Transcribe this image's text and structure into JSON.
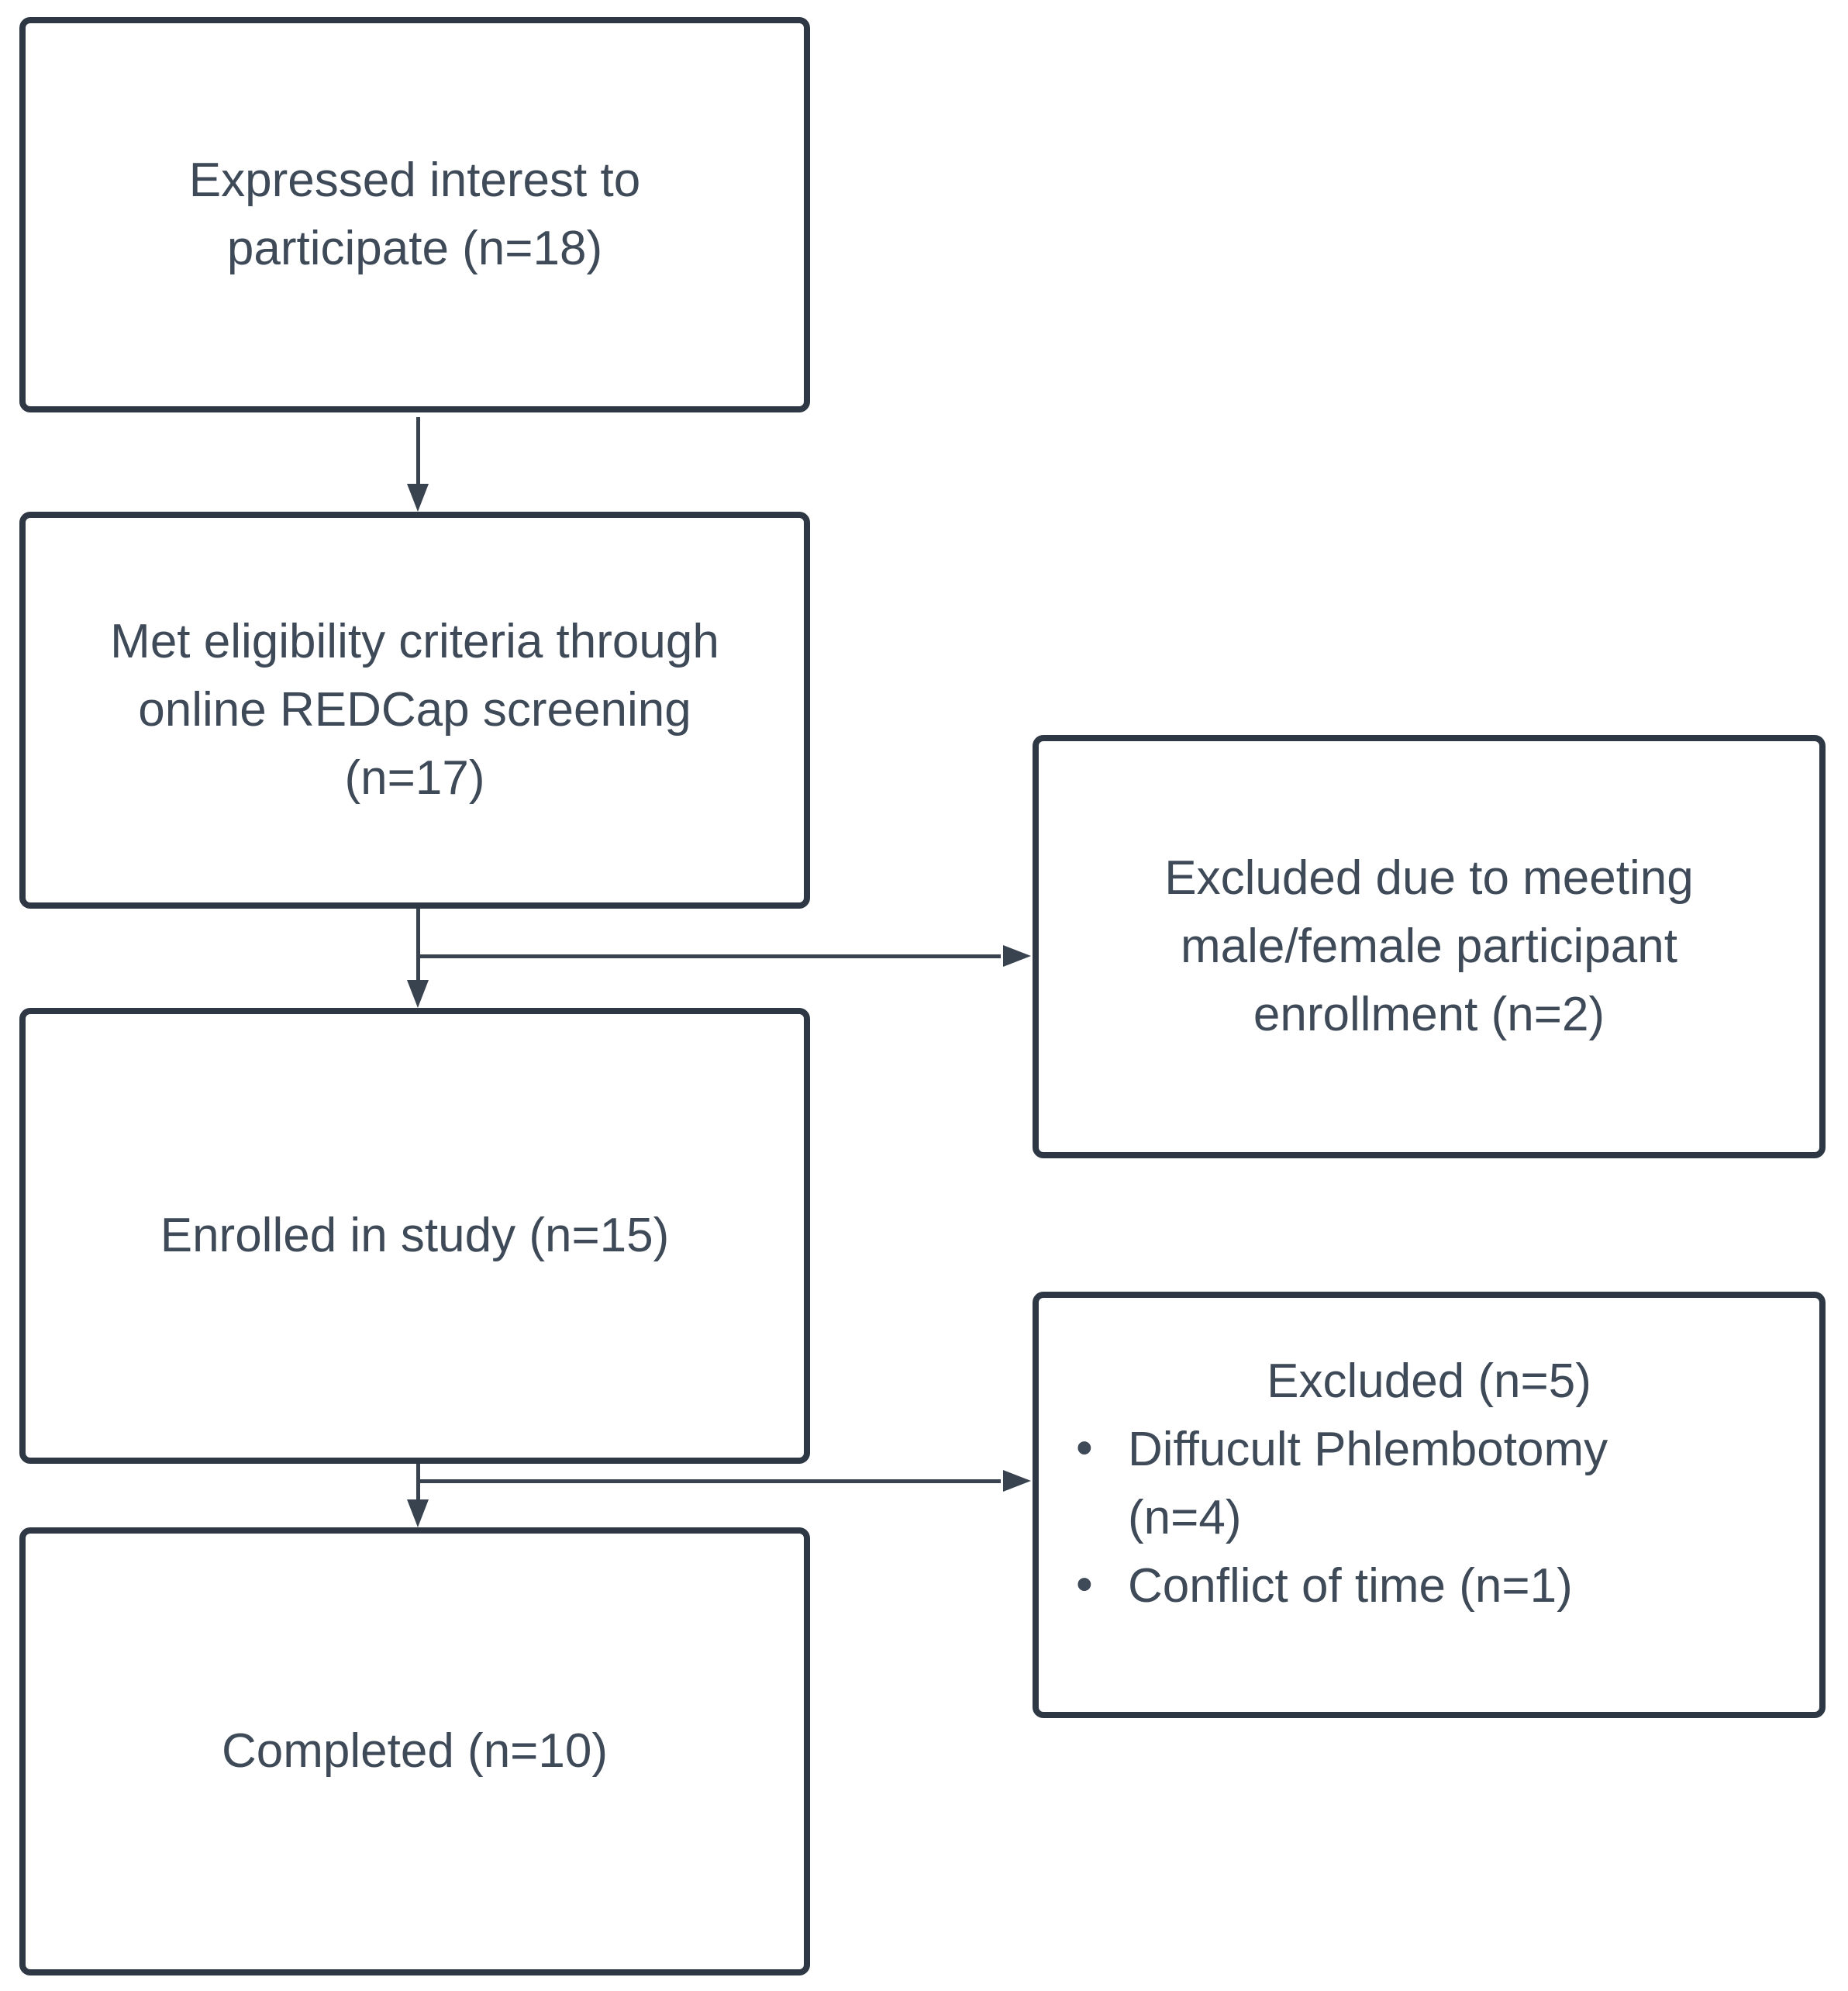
{
  "diagram": {
    "type": "participant-flow-chart",
    "colors": {
      "background": "#ffffff",
      "box_border": "#2e3844",
      "text": "#3f4a59",
      "connector": "#39434f"
    },
    "nodes": {
      "expressed_interest": {
        "label": "Expressed interest to\nparticipate (n=18)"
      },
      "eligibility": {
        "label": "Met eligibility criteria through\nonline REDCap screening\n(n=17)"
      },
      "excluded_enrollment": {
        "label": "Excluded due to meeting\nmale/female participant\nenrollment (n=2)"
      },
      "enrolled": {
        "label": "Enrolled in study (n=15)"
      },
      "excluded_five": {
        "title": "Excluded (n=5)",
        "bullets": [
          "Diffucult Phlembotomy\n(n=4)",
          "Conflict of time (n=1)"
        ]
      },
      "completed": {
        "label": "Completed (n=10)"
      }
    }
  }
}
